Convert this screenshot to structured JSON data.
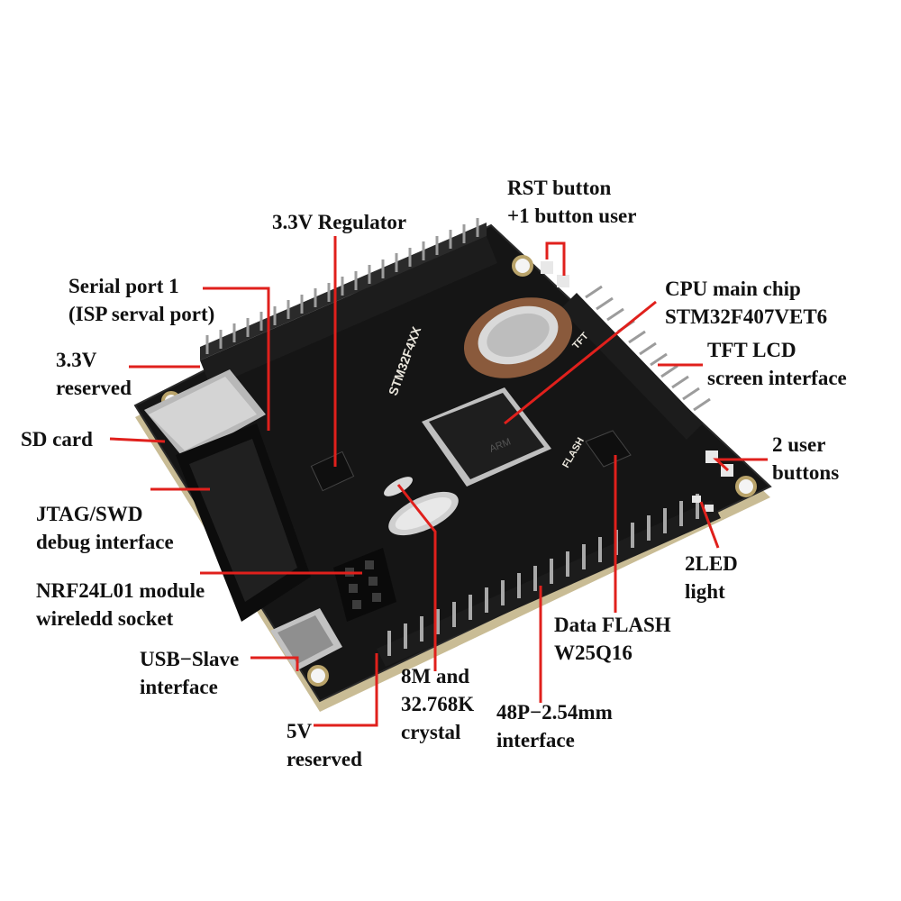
{
  "labels": {
    "rst_button": [
      "RST button",
      "+1 button user"
    ],
    "regulator": [
      "3.3V Regulator"
    ],
    "serial_port": [
      "Serial port 1",
      "(ISP serval port)"
    ],
    "cpu_chip": [
      "CPU main chip",
      "STM32F407VET6"
    ],
    "reserved_33v": [
      "3.3V",
      "reserved"
    ],
    "tft_lcd": [
      "TFT LCD",
      "screen interface"
    ],
    "sd_card": [
      "SD card"
    ],
    "user_buttons": [
      "2 user",
      "buttons"
    ],
    "jtag": [
      "JTAG/SWD",
      "debug interface"
    ],
    "led": [
      "2LED",
      "light"
    ],
    "nrf_socket": [
      "NRF24L01 module",
      "wireledd socket"
    ],
    "data_flash": [
      "Data FLASH",
      "W25Q16"
    ],
    "usb_slave": [
      "USB−Slave",
      "interface"
    ],
    "crystal": [
      "8M and",
      "32.768K",
      "crystal"
    ],
    "header_48p": [
      "48P−2.54mm",
      "interface"
    ],
    "reserved_5v": [
      "5V",
      "reserved"
    ]
  },
  "board": {
    "model": "STM32F4XX",
    "flash_silk": "FLASH",
    "tft_silk": "TFT",
    "chip_brand": "ARM"
  },
  "colors": {
    "leader": "#e0201c",
    "pcb": "#151515",
    "pcb_edge": "#c9bc95",
    "battery": "#8a5a3c"
  }
}
